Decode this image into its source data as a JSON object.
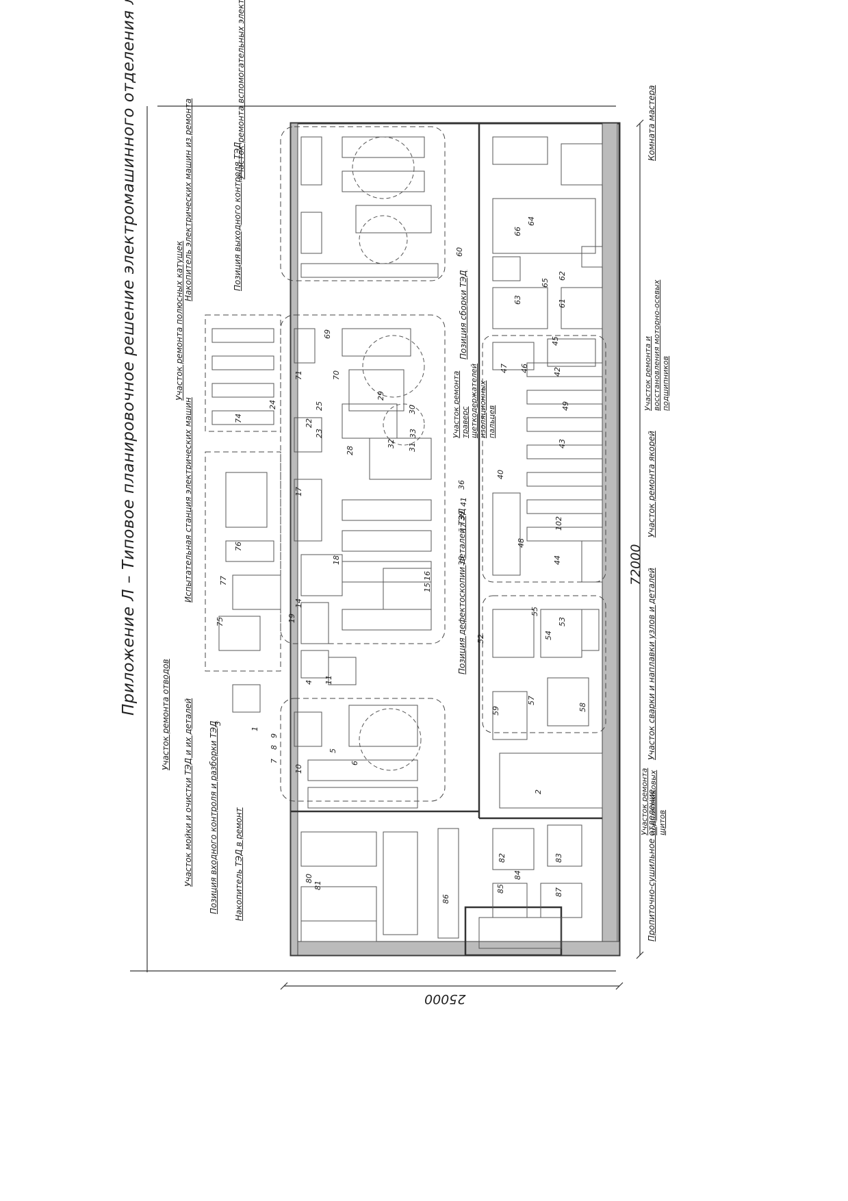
{
  "title": "Приложение Л – Типовое планировочное решение электромашинного отделения локомотивного депо",
  "dimensions": {
    "length": "72000",
    "width": "25000"
  },
  "callouts": {
    "aux_machines": "Участок ремонта вспомогательных электрических машин",
    "storage_from_repair": "Накопитель электрических машин из ремонта",
    "pole_coils": "Участок ремонта полюсных катушек",
    "test_station": "Испытательная станция электрических машин",
    "leads": "Участок ремонта отводов",
    "wash": "Участок мойки и очистки ТЭД и их деталей",
    "input_control": "Позиция входного контроля и разборки ТЭД",
    "storage_to_repair": "Накопитель ТЭД в ремонт",
    "output_control": "Позиция выходного контроля ТЭД",
    "assembly": "Позиция сборки ТЭД",
    "brush_holders": "Участок ремонта траверс щеткодержателей изоляционных пальцев",
    "defectoscopy": "Позиция дефектоскопии деталей ТЭД",
    "master_room": "Комната мастера",
    "bearings": "Участок ремонта и восстановления моторно-осевых подшипников",
    "armatures": "Участок ремонта якорей",
    "welding": "Участок сварки и наплавки узлов и деталей",
    "shields": "Участок ремонта подшипниковых щитов",
    "impregnation": "Пропиточно-сушильное отделение"
  },
  "positions": [
    "1",
    "2",
    "3",
    "4",
    "5",
    "6",
    "7",
    "8",
    "9",
    "10",
    "11",
    "14",
    "15",
    "16",
    "17",
    "18",
    "19",
    "22",
    "23",
    "24",
    "25",
    "28",
    "29",
    "30",
    "31",
    "32",
    "33",
    "36",
    "37",
    "38",
    "39",
    "40",
    "41",
    "42",
    "43",
    "44",
    "45",
    "46",
    "47",
    "48",
    "49",
    "52",
    "53",
    "54",
    "55",
    "57",
    "58",
    "59",
    "60",
    "61",
    "62",
    "63",
    "64",
    "65",
    "66",
    "69",
    "70",
    "71",
    "74",
    "75",
    "76",
    "77",
    "80",
    "81",
    "82",
    "83",
    "84",
    "85",
    "86",
    "87",
    "102"
  ]
}
